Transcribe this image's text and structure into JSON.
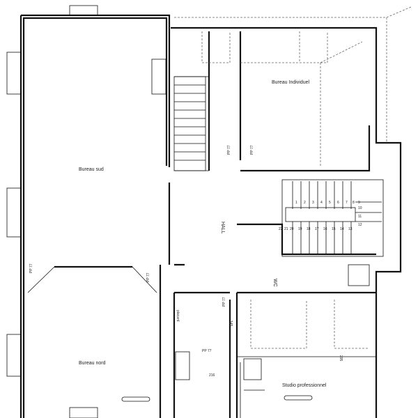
{
  "rooms": {
    "bureau_sud": "Bureau sud",
    "bureau_nord": "Bureau nord",
    "bureau_individuel": "Bureau Individuel",
    "studio": "Studio professionnel",
    "hall": "HALL",
    "wc": "WC"
  },
  "door_labels": {
    "pp1": "PP 77",
    "pp2": "PP 77",
    "pp3": "PP 77",
    "pp4": "PP 77",
    "pp5": "PP 77",
    "pp6": "PP 77"
  },
  "misc": {
    "placard": "placard",
    "dim_145": "145",
    "dim_295": "295",
    "dim_216": "216"
  },
  "stairs": [
    "1",
    "2",
    "3",
    "4",
    "5",
    "6",
    "7",
    "8",
    "9",
    "10",
    "11",
    "12",
    "13",
    "14",
    "15",
    "16",
    "17",
    "18",
    "19",
    "20",
    "21",
    "22"
  ]
}
